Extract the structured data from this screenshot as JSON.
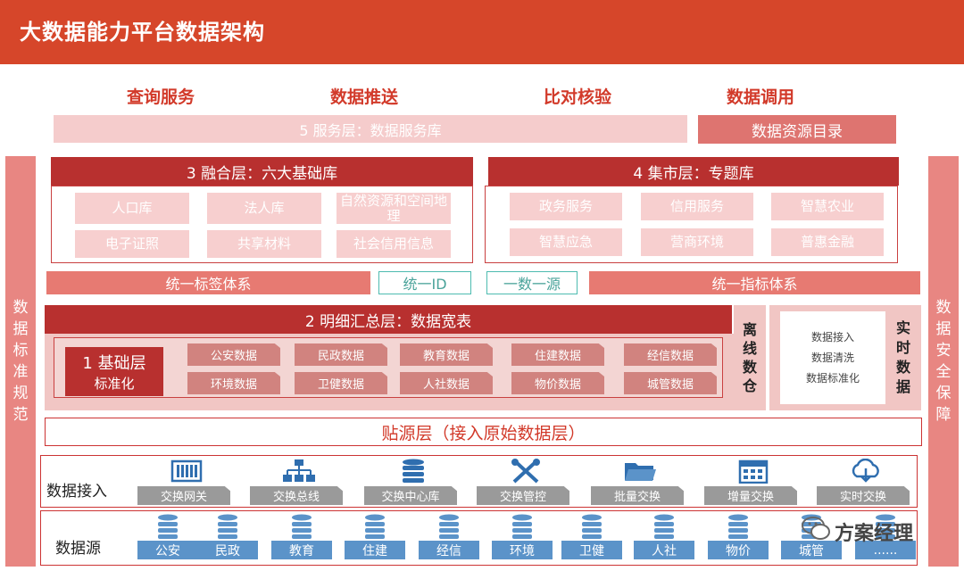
{
  "title": "大数据能力平台数据架构",
  "services": [
    "查询服务",
    "数据推送",
    "比对核验",
    "数据调用"
  ],
  "layer5": "5 服务层：数据服务库",
  "catalog": "数据资源目录",
  "left_bar": [
    "数",
    "据",
    "标",
    "准",
    "规",
    "范"
  ],
  "right_bar": [
    "数",
    "据",
    "安",
    "全",
    "保",
    "障"
  ],
  "layer3": {
    "title": "3 融合层：六大基础库",
    "items": [
      "人口库",
      "法人库",
      "自然资源和空间地理",
      "电子证照",
      "共享材料",
      "社会信用信息"
    ]
  },
  "layer4": {
    "title": "4 集市层：专题库",
    "items": [
      "政务服务",
      "信用服务",
      "智慧农业",
      "智慧应急",
      "营商环境",
      "普惠金融"
    ]
  },
  "unify": {
    "tags": "统一标签体系",
    "id": "统一ID",
    "one_source": "一数一源",
    "metrics": "统一指标体系"
  },
  "layer2": "2 明细汇总层：数据宽表",
  "layer1": {
    "title": "1 基础层",
    "subtitle": "标准化",
    "items": [
      "公安数据",
      "民政数据",
      "教育数据",
      "住建数据",
      "经信数据",
      "环境数据",
      "卫健数据",
      "人社数据",
      "物价数据",
      "城管数据"
    ]
  },
  "offline": [
    "离",
    "线",
    "数",
    "仓"
  ],
  "realtime": {
    "label": [
      "实",
      "时",
      "数",
      "据"
    ],
    "items": [
      "数据接入",
      "数据清洗",
      "数据标准化"
    ]
  },
  "paste_layer": "贴源层（接入原始数据层）",
  "ingest": {
    "title": "数据接入",
    "items": [
      {
        "label": "交换网关",
        "icon": "gateway-icon"
      },
      {
        "label": "交换总线",
        "icon": "network-tree-icon"
      },
      {
        "label": "交换中心库",
        "icon": "database-icon"
      },
      {
        "label": "交换管控",
        "icon": "tools-icon"
      },
      {
        "label": "批量交换",
        "icon": "folder-icon"
      },
      {
        "label": "增量交换",
        "icon": "calendar-icon"
      },
      {
        "label": "实时交换",
        "icon": "cloud-download-icon"
      }
    ]
  },
  "sources": {
    "title": "数据源",
    "items": [
      "公安",
      "民政",
      "教育",
      "住建",
      "经信",
      "环境",
      "卫健",
      "人社",
      "物价",
      "城管",
      "......"
    ]
  },
  "watermark": "方案经理",
  "colors": {
    "header": "#d6462a",
    "dark_red": "#b8302f",
    "light_pink": "#f7cfcf",
    "source_blue": "#5b93c9",
    "accent_teal": "#4dbbb0"
  }
}
